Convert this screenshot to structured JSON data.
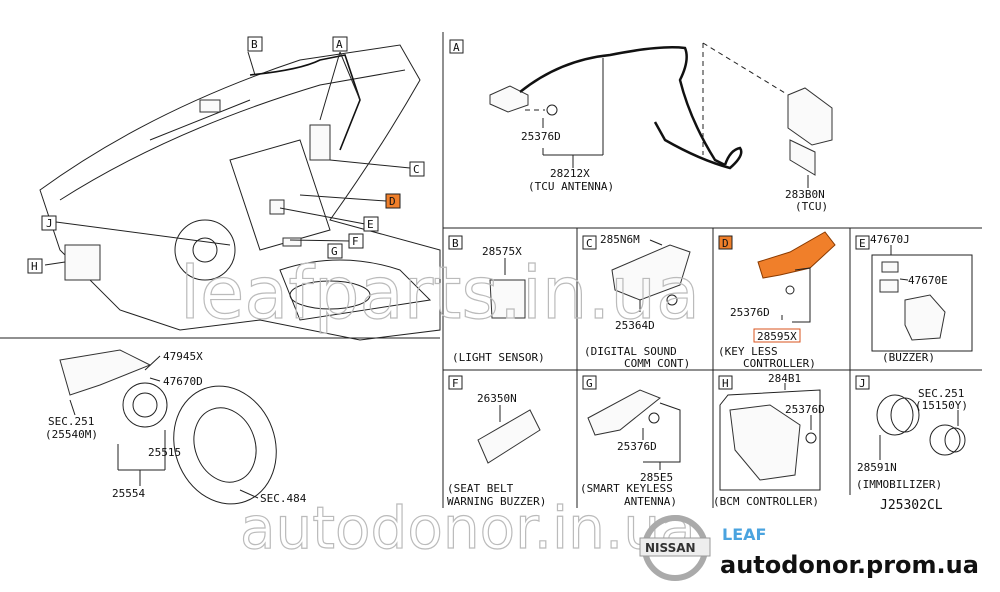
{
  "diagram_id": "J25302CL",
  "callouts": {
    "A": "A",
    "B": "B",
    "C": "C",
    "D": "D",
    "E": "E",
    "F": "F",
    "G": "G",
    "H": "H",
    "J": "J"
  },
  "left_labels": {
    "l1": "47945X",
    "l2": "47670D",
    "l3": "SEC.251",
    "l4": "(25540M)",
    "l5": "25515",
    "l6": "25554",
    "l7": "SEC.484"
  },
  "panel_a": {
    "p1": "25376D",
    "p2": "28212X",
    "p2_name": "(TCU ANTENNA)",
    "p3": "283B0N",
    "p3_name": "(TCU)"
  },
  "panel_b": {
    "p1": "28575X",
    "name": "(LIGHT SENSOR)"
  },
  "panel_c": {
    "p1": "285N6M",
    "p2": "25364D",
    "name1": "(DIGITAL SOUND",
    "name2": "COMM CONT)"
  },
  "panel_d": {
    "p1": "25376D",
    "p2": "28595X",
    "name1": "(KEY LESS",
    "name2": "CONTROLLER)"
  },
  "panel_e": {
    "p1": "47670J",
    "p2": "47670E",
    "name": "(BUZZER)"
  },
  "panel_f": {
    "p1": "26350N",
    "name1": "(SEAT BELT",
    "name2": "WARNING BUZZER)"
  },
  "panel_g": {
    "p1": "25376D",
    "p2": "285E5",
    "name1": "(SMART KEYLESS",
    "name2": "ANTENNA)"
  },
  "panel_h": {
    "p1": "284B1",
    "p2": "25376D",
    "name": "(BCM CONTROLLER)"
  },
  "panel_j": {
    "p1": "SEC.251",
    "p2": "(15150Y)",
    "p3": "28591N",
    "name": "(IMMOBILIZER)"
  },
  "watermarks": {
    "w1": "leafparts.in.ua",
    "w2": "autodonor.in.ua"
  },
  "branding": {
    "model": "LEAF",
    "logo": "NISSAN",
    "site": "autodonor.prom.ua"
  },
  "colors": {
    "highlight": "#f07f2a",
    "leaf_blue": "#4aa3df"
  }
}
